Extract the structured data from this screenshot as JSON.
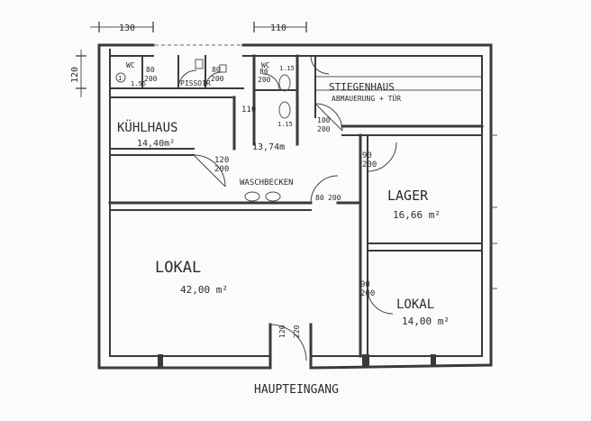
{
  "dimensions": {
    "top_left": "130",
    "top_mid": "110",
    "left_side": "120"
  },
  "wc_left": {
    "label": "WC",
    "width": "80",
    "height": "200",
    "symbol": "1",
    "sub": "1.56"
  },
  "wc_right": {
    "label": "WC",
    "width": "80",
    "height": "200",
    "num1": "1.15",
    "num2": "1.15"
  },
  "pissoir": {
    "label": "PISSOIR"
  },
  "stiegenhaus": {
    "title": "STIEGENHAUS",
    "note": "ABMAUERUNG + TÜR"
  },
  "kuehlhaus": {
    "name": "KÜHLHAUS",
    "area": "14,40m²"
  },
  "vorraum": {
    "width_label": "110",
    "area": "13,74m",
    "door_w": "80",
    "door_h": "200",
    "door2_w": "100",
    "door2_h": "200"
  },
  "kuehl_door": {
    "w": "120",
    "h": "200"
  },
  "waschbecken": {
    "label": "WASCHBECKEN"
  },
  "wasch_door": {
    "w": "80",
    "h": "200"
  },
  "lager": {
    "name": "LAGER",
    "area": "16,66 m²",
    "door_w": "90",
    "door_h": "200"
  },
  "lokal_main": {
    "name": "LOKAL",
    "area": "42,00 m²"
  },
  "entrance_door": {
    "w": "120",
    "h": "220"
  },
  "lokal_small": {
    "name": "LOKAL",
    "area": "14,00 m²",
    "door_w": "90",
    "door_h": "200"
  },
  "haupteingang": {
    "label": "HAUPTEINGANG"
  }
}
